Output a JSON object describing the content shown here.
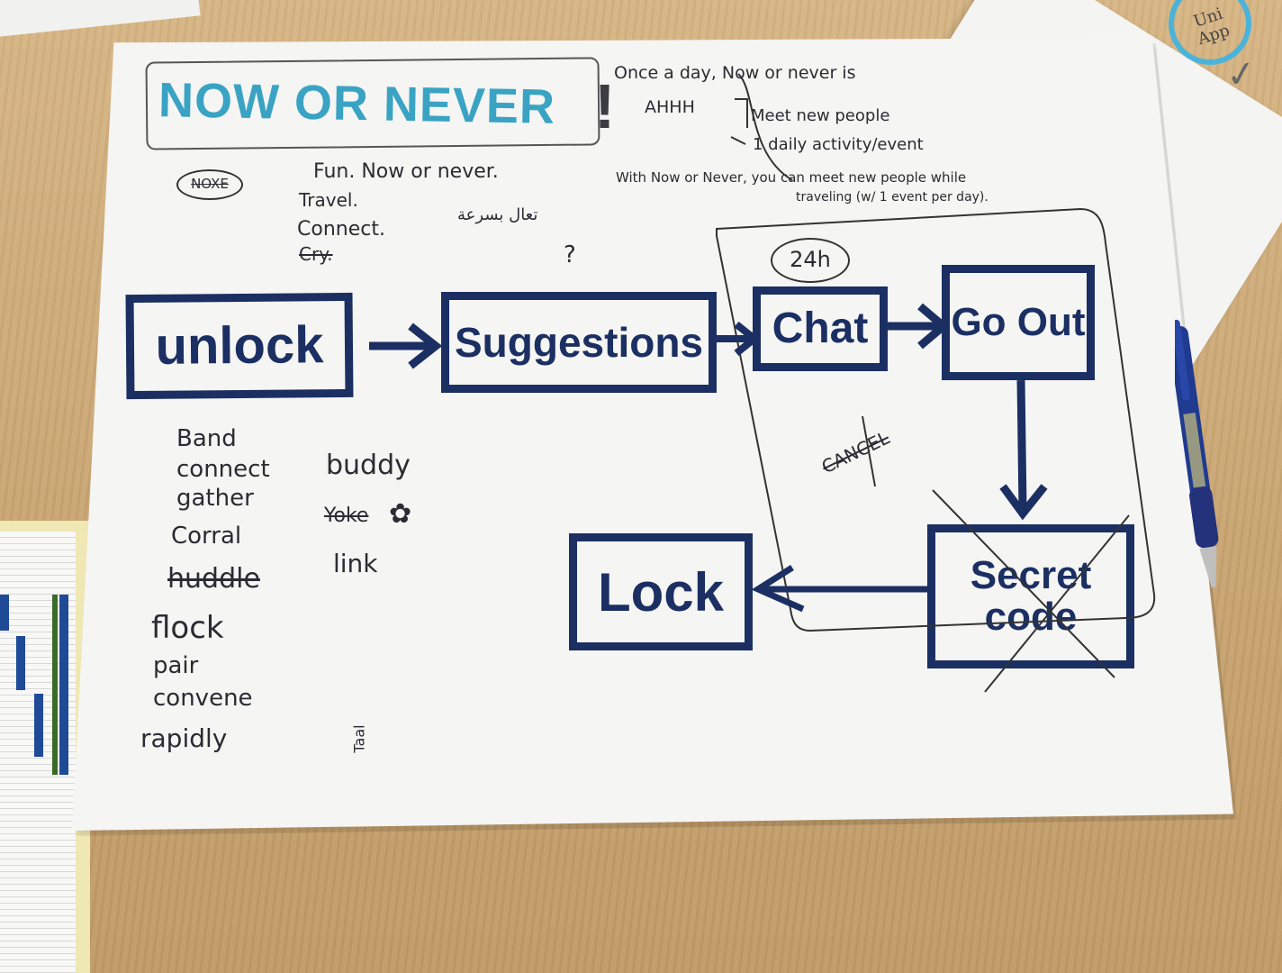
{
  "title": "NOW OR NEVER",
  "exclaim": "!",
  "crossed_oval_label": "NOXE",
  "app_badge_text": "Uni\nApp",
  "slogans": [
    "Fun. Now or never.",
    "Travel.",
    "Connect.",
    "Cry."
  ],
  "arabic_note": "تعال بسرعة",
  "question_mark": "?",
  "notes": {
    "line1": "Once a day, Now or never is",
    "line2": "AHHH",
    "line3": "Meet new people",
    "line4": "1 daily activity/event",
    "line5": "With Now or Never, you can meet new people while",
    "line6": "traveling (w/ 1 event per day)."
  },
  "flow": {
    "unlock": "unlock",
    "suggestions": "Suggestions",
    "chat": "Chat",
    "go_out": "Go Out",
    "secret_code": "Secret code",
    "lock": "Lock",
    "timer": "24h",
    "cancel_note": "CANCEL"
  },
  "word_list_left": [
    "Band",
    "connect",
    "gather",
    "Corral",
    "huddle",
    "flock",
    "pair",
    "convene",
    "rapidly"
  ],
  "word_list_right": [
    "buddy",
    "Yoke",
    "link"
  ],
  "vertical_word": "Taal",
  "colors": {
    "title": "#3aa3c4",
    "ink": "#1b2f63",
    "pencil": "#2b2b33",
    "pen_body": "#1f3a8f"
  }
}
